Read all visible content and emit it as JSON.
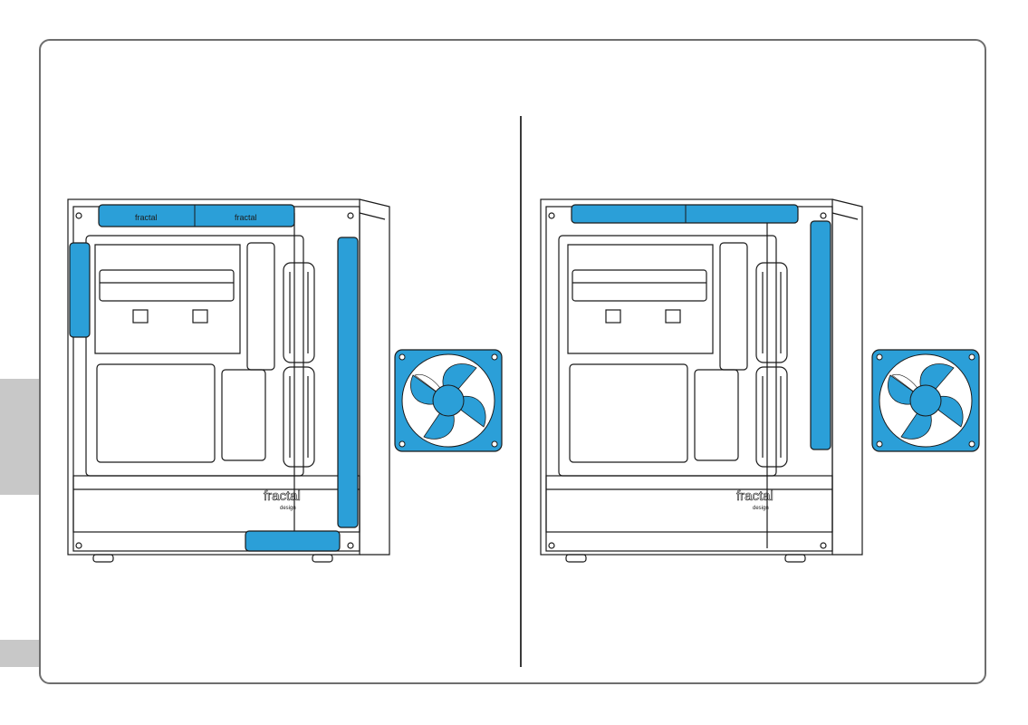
{
  "page": {
    "side_tabs": [
      "page-tab-upper",
      "page-tab-lower"
    ]
  },
  "left_panel": {
    "case_logo": "fractal",
    "case_logo_sub": "design",
    "top_fan_logo_1": "fractal",
    "top_fan_logo_2": "fractal",
    "fan_positions": [
      "top",
      "front",
      "bottom",
      "rear"
    ]
  },
  "right_panel": {
    "case_logo": "fractal",
    "case_logo_sub": "design",
    "fan_positions": [
      "top",
      "front"
    ]
  },
  "colors": {
    "fan_blue": "#2b9fd8",
    "line": "#1a1a1a",
    "frame": "#6e6e6e",
    "tab_gray": "#c8c8c8"
  }
}
